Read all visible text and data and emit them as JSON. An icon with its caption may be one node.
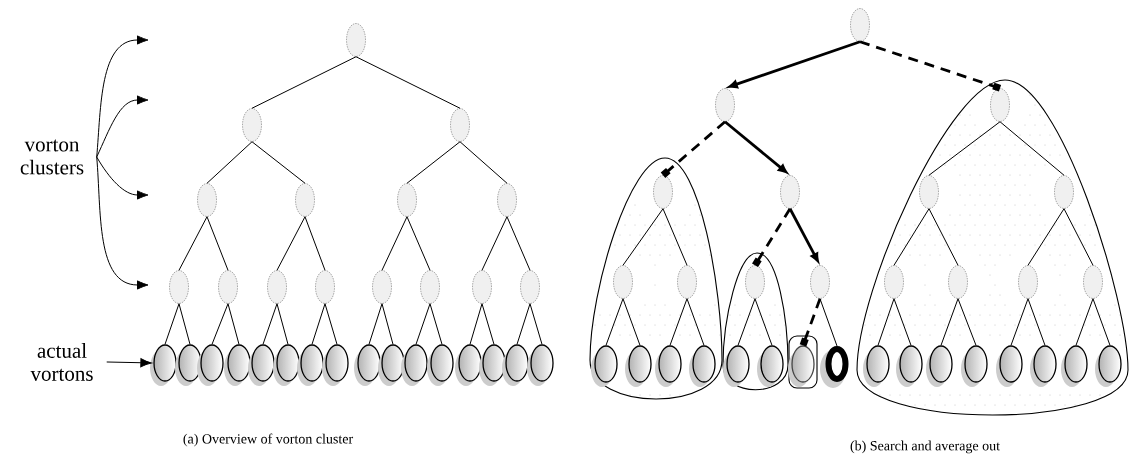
{
  "diagram": {
    "nodes": [
      {
        "text": [
          "vorton clusters"
        ]
      },
      {
        "text": [
          "actual vortons"
        ]
      },
      {
        "text": [],
        "shape": "ellipse"
      },
      {
        "text": [],
        "shape": "ellipse"
      },
      {
        "text": [],
        "shape": "ellipse"
      },
      {
        "text": [],
        "shape": "ellipse"
      },
      {
        "text": [],
        "shape": "ellipse"
      },
      {
        "text": [],
        "shape": "ellipse"
      },
      {
        "text": [],
        "shape": "ellipse"
      },
      {
        "text": [],
        "shape": "ellipse"
      },
      {
        "text": [],
        "shape": "ellipse"
      },
      {
        "text": [],
        "shape": "ellipse"
      },
      {
        "text": [],
        "shape": "ellipse"
      },
      {
        "text": [],
        "shape": "ellipse"
      },
      {
        "text": [],
        "shape": "ellipse"
      },
      {
        "text": [],
        "shape": "ellipse"
      },
      {
        "text": [],
        "shape": "ellipse"
      },
      {
        "text": [],
        "shape": "ellipse"
      },
      {
        "text": [],
        "shape": "ellipse"
      },
      {
        "text": [],
        "shape": "ellipse"
      },
      {
        "text": [],
        "shape": "ellipse"
      },
      {
        "text": [],
        "shape": "ellipse"
      },
      {
        "text": [],
        "shape": "ellipse"
      },
      {
        "text": [],
        "shape": "ellipse"
      },
      {
        "text": [],
        "shape": "ellipse"
      },
      {
        "text": [],
        "shape": "ellipse"
      },
      {
        "text": [],
        "shape": "ellipse"
      },
      {
        "text": [],
        "shape": "ellipse"
      },
      {
        "text": [],
        "shape": "ellipse"
      },
      {
        "text": [],
        "shape": "ellipse"
      },
      {
        "text": [],
        "shape": "ellipse"
      },
      {
        "text": [],
        "shape": "ellipse"
      },
      {
        "text": [],
        "shape": "ellipse"
      },
      {
        "text": [],
        "shape": "ellipse"
      },
      {
        "text": [],
        "shape": "ellipse"
      },
      {
        "text": [],
        "shape": "ellipse"
      },
      {
        "text": [],
        "shape": "ellipse"
      },
      {
        "text": [],
        "shape": "ellipse"
      },
      {
        "text": [],
        "shape": "ellipse"
      },
      {
        "text": [],
        "shape": "ellipse"
      },
      {
        "text": [],
        "shape": "ellipse"
      },
      {
        "text": [],
        "shape": "ellipse"
      },
      {
        "text": [],
        "shape": "ellipse"
      },
      {
        "text": [],
        "shape": "ellipse"
      },
      {
        "text": [],
        "shape": "ellipse"
      },
      {
        "text": [],
        "shape": "ellipse"
      },
      {
        "text": [],
        "shape": "ellipse"
      },
      {
        "text": [],
        "shape": "ellipse"
      },
      {
        "text": [],
        "shape": "ellipse"
      },
      {
        "text": [],
        "shape": "ellipse"
      },
      {
        "text": [],
        "shape": "ellipse"
      },
      {
        "text": [],
        "shape": "ellipse"
      },
      {
        "text": [],
        "shape": "ellipse"
      },
      {
        "text": [],
        "shape": "ellipse"
      },
      {
        "text": [],
        "shape": "ellipse"
      },
      {
        "text": [],
        "shape": "ring"
      },
      {
        "text": [],
        "shape": "ellipse"
      },
      {
        "text": [],
        "shape": "ellipse"
      },
      {
        "text": [],
        "shape": "ellipse"
      },
      {
        "text": [],
        "shape": "ellipse"
      },
      {
        "text": [],
        "shape": "ellipse"
      },
      {
        "text": [],
        "shape": "ellipse"
      },
      {
        "text": [],
        "shape": "ellipse"
      },
      {
        "text": [],
        "shape": "ellipse"
      }
    ],
    "edges": [
      {
        "from": 0,
        "to": null,
        "arrow": "to"
      },
      {
        "from": 0,
        "to": null,
        "arrow": "to"
      },
      {
        "from": 0,
        "to": null,
        "arrow": "to"
      },
      {
        "from": 0,
        "to": null,
        "arrow": "to"
      },
      {
        "from": 1,
        "to": 17,
        "arrow": "to"
      },
      {
        "from": 2,
        "to": 3,
        "arrow": "none"
      },
      {
        "from": 2,
        "to": 4,
        "arrow": "none"
      },
      {
        "from": 3,
        "to": 5,
        "arrow": "none"
      },
      {
        "from": 3,
        "to": 6,
        "arrow": "none"
      },
      {
        "from": 4,
        "to": 7,
        "arrow": "none"
      },
      {
        "from": 4,
        "to": 8,
        "arrow": "none"
      },
      {
        "from": 5,
        "to": 9,
        "arrow": "none"
      },
      {
        "from": 5,
        "to": 10,
        "arrow": "none"
      },
      {
        "from": 6,
        "to": 11,
        "arrow": "none"
      },
      {
        "from": 6,
        "to": 12,
        "arrow": "none"
      },
      {
        "from": 7,
        "to": 13,
        "arrow": "none"
      },
      {
        "from": 7,
        "to": 14,
        "arrow": "none"
      },
      {
        "from": 8,
        "to": 15,
        "arrow": "none"
      },
      {
        "from": 8,
        "to": 16,
        "arrow": "none"
      },
      {
        "from": 9,
        "to": 17,
        "arrow": "none"
      },
      {
        "from": 9,
        "to": 18,
        "arrow": "none"
      },
      {
        "from": 10,
        "to": 19,
        "arrow": "none"
      },
      {
        "from": 10,
        "to": 20,
        "arrow": "none"
      },
      {
        "from": 11,
        "to": 21,
        "arrow": "none"
      },
      {
        "from": 11,
        "to": 22,
        "arrow": "none"
      },
      {
        "from": 12,
        "to": 23,
        "arrow": "none"
      },
      {
        "from": 12,
        "to": 24,
        "arrow": "none"
      },
      {
        "from": 13,
        "to": 25,
        "arrow": "none"
      },
      {
        "from": 13,
        "to": 26,
        "arrow": "none"
      },
      {
        "from": 14,
        "to": 27,
        "arrow": "none"
      },
      {
        "from": 14,
        "to": 28,
        "arrow": "none"
      },
      {
        "from": 15,
        "to": 29,
        "arrow": "none"
      },
      {
        "from": 15,
        "to": 30,
        "arrow": "none"
      },
      {
        "from": 16,
        "to": 31,
        "arrow": "none"
      },
      {
        "from": 16,
        "to": 32,
        "arrow": "none"
      },
      {
        "from": 33,
        "to": 34,
        "arrow": "to",
        "style": "thick"
      },
      {
        "from": 33,
        "to": 35,
        "arrow": "other",
        "style": "dashed"
      },
      {
        "from": 34,
        "to": 36,
        "arrow": "other",
        "style": "dashed"
      },
      {
        "from": 34,
        "to": 37,
        "arrow": "to",
        "style": "thick"
      },
      {
        "from": 35,
        "to": 38,
        "arrow": "none"
      },
      {
        "from": 35,
        "to": 39,
        "arrow": "none"
      },
      {
        "from": 36,
        "to": 40,
        "arrow": "none"
      },
      {
        "from": 36,
        "to": 41,
        "arrow": "none"
      },
      {
        "from": 37,
        "to": 42,
        "arrow": "other",
        "style": "dashed"
      },
      {
        "from": 37,
        "to": 43,
        "arrow": "to",
        "style": "thick"
      },
      {
        "from": 38,
        "to": 44,
        "arrow": "none"
      },
      {
        "from": 38,
        "to": 45,
        "arrow": "none"
      },
      {
        "from": 39,
        "to": 46,
        "arrow": "none"
      },
      {
        "from": 39,
        "to": 47,
        "arrow": "none"
      },
      {
        "from": 40,
        "to": 48,
        "arrow": "none"
      },
      {
        "from": 40,
        "to": 49,
        "arrow": "none"
      },
      {
        "from": 41,
        "to": 50,
        "arrow": "none"
      },
      {
        "from": 41,
        "to": 51,
        "arrow": "none"
      },
      {
        "from": 42,
        "to": 52,
        "arrow": "none"
      },
      {
        "from": 42,
        "to": 53,
        "arrow": "none"
      },
      {
        "from": 43,
        "to": 54,
        "arrow": "other",
        "style": "dashed"
      },
      {
        "from": 43,
        "to": 55,
        "arrow": "none"
      },
      {
        "from": 44,
        "to": 56,
        "arrow": "none"
      },
      {
        "from": 44,
        "to": 57,
        "arrow": "none"
      },
      {
        "from": 45,
        "to": 58,
        "arrow": "none"
      },
      {
        "from": 45,
        "to": 59,
        "arrow": "none"
      },
      {
        "from": 46,
        "to": 60,
        "arrow": "none"
      },
      {
        "from": 46,
        "to": 61,
        "arrow": "none"
      },
      {
        "from": 47,
        "to": 62,
        "arrow": "none"
      },
      {
        "from": 47,
        "to": 63,
        "arrow": "none"
      }
    ],
    "labels": [
      "(a) Overview of vorton cluster",
      "(b) Search and average out"
    ]
  }
}
